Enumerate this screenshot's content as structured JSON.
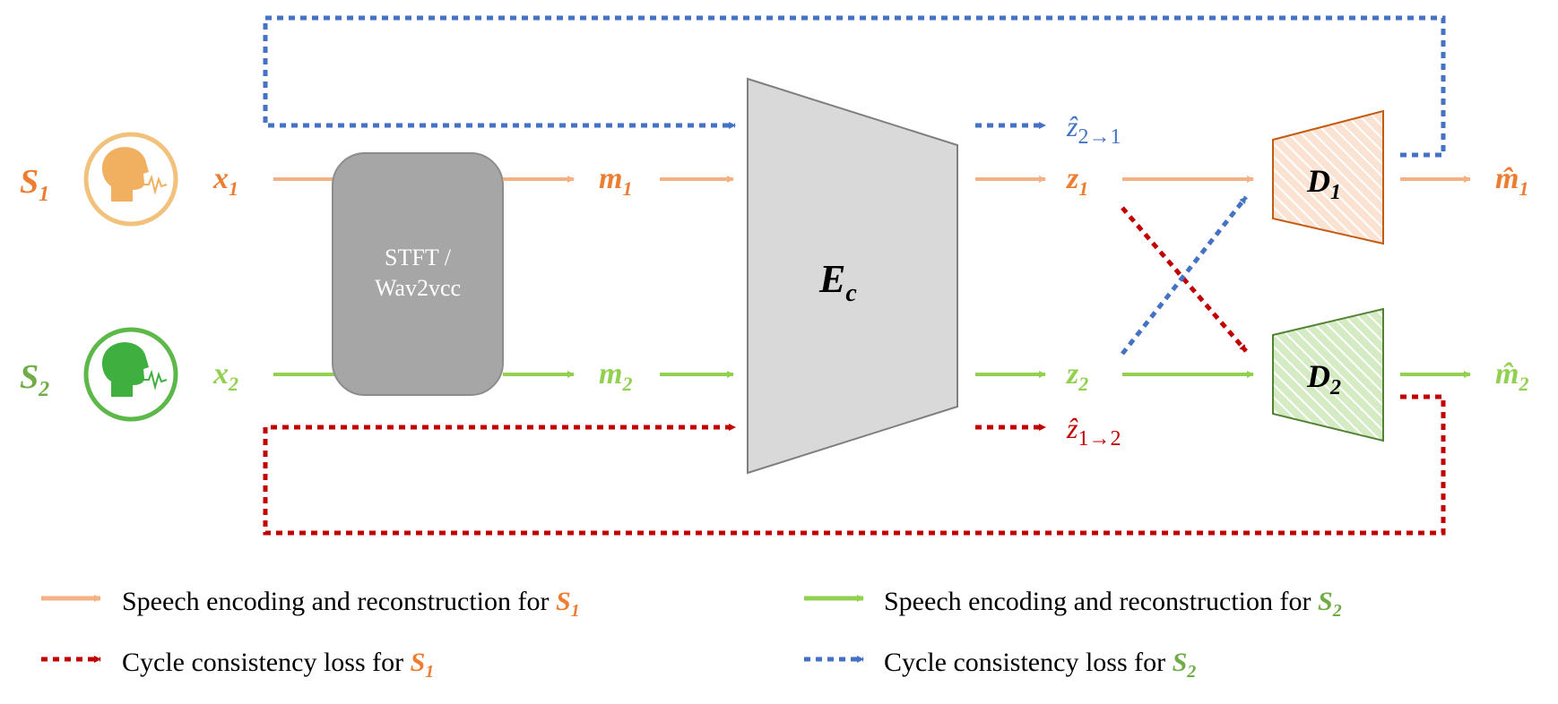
{
  "colors": {
    "s1": "#F4B183",
    "s1_text": "#ED7D31",
    "s2": "#92D050",
    "s2_text": "#70AD47",
    "s2_dark": "#4EA72E",
    "blue": "#4472C4",
    "red": "#C00000",
    "encoder_fill": "#D9D9D9",
    "preproc_fill": "#A6A6A6"
  },
  "speakers": {
    "s1": {
      "label": "S",
      "sub": "1",
      "icon": "speaking-head-icon"
    },
    "s2": {
      "label": "S",
      "sub": "2",
      "icon": "speaking-head-icon"
    }
  },
  "signals": {
    "x1": {
      "label": "x",
      "sub": "1"
    },
    "x2": {
      "label": "x",
      "sub": "2"
    },
    "m1": {
      "label": "m",
      "sub": "1"
    },
    "m2": {
      "label": "m",
      "sub": "2"
    },
    "z1": {
      "label": "z",
      "sub": "1"
    },
    "z2": {
      "label": "z",
      "sub": "2"
    },
    "z_hat_2to1": {
      "label": "ẑ",
      "sub": "2→1"
    },
    "z_hat_1to2": {
      "label": "ẑ",
      "sub": "1→2"
    },
    "m_hat1": {
      "label": "m̂",
      "sub": "1"
    },
    "m_hat2": {
      "label": "m̂",
      "sub": "2"
    }
  },
  "blocks": {
    "preprocess": {
      "line1": "STFT /",
      "line2": "Wav2vcc"
    },
    "encoder": {
      "label": "E",
      "sub": "c"
    },
    "decoder1": {
      "label": "D",
      "sub": "1"
    },
    "decoder2": {
      "label": "D",
      "sub": "2"
    }
  },
  "legend": [
    {
      "text": "Speech encoding and reconstruction for ",
      "speaker": "S",
      "sub": "1",
      "style": "solid",
      "color": "s1"
    },
    {
      "text": "Speech encoding and reconstruction for ",
      "speaker": "S",
      "sub": "2",
      "style": "solid",
      "color": "s2"
    },
    {
      "text": "Cycle consistency loss for ",
      "speaker": "S",
      "sub": "1",
      "style": "dotted",
      "color": "red"
    },
    {
      "text": "Cycle consistency loss for ",
      "speaker": "S",
      "sub": "2",
      "style": "dotted",
      "color": "blue"
    }
  ]
}
